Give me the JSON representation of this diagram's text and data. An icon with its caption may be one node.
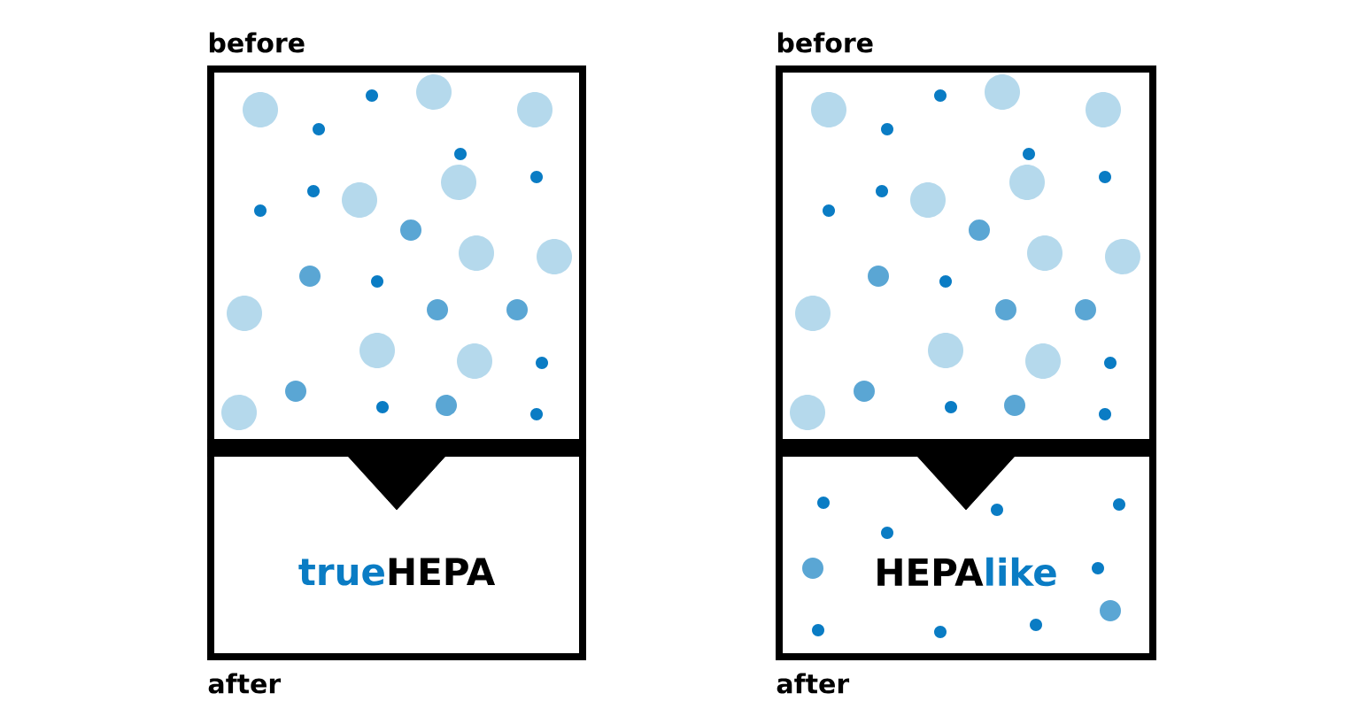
{
  "diagram": {
    "nodes": [
      {
        "text": [
          "before"
        ]
      },
      {
        "text": [
          "true",
          "HEPA"
        ],
        "beside": [
          "after"
        ]
      },
      {
        "text": [
          "before"
        ]
      },
      {
        "text": [
          "HEPA",
          "like"
        ],
        "beside": [
          "after"
        ]
      }
    ],
    "edges": [
      {
        "from": 0,
        "to": 1,
        "arrow": "to"
      },
      {
        "from": 2,
        "to": 3,
        "arrow": "to"
      }
    ]
  }
}
